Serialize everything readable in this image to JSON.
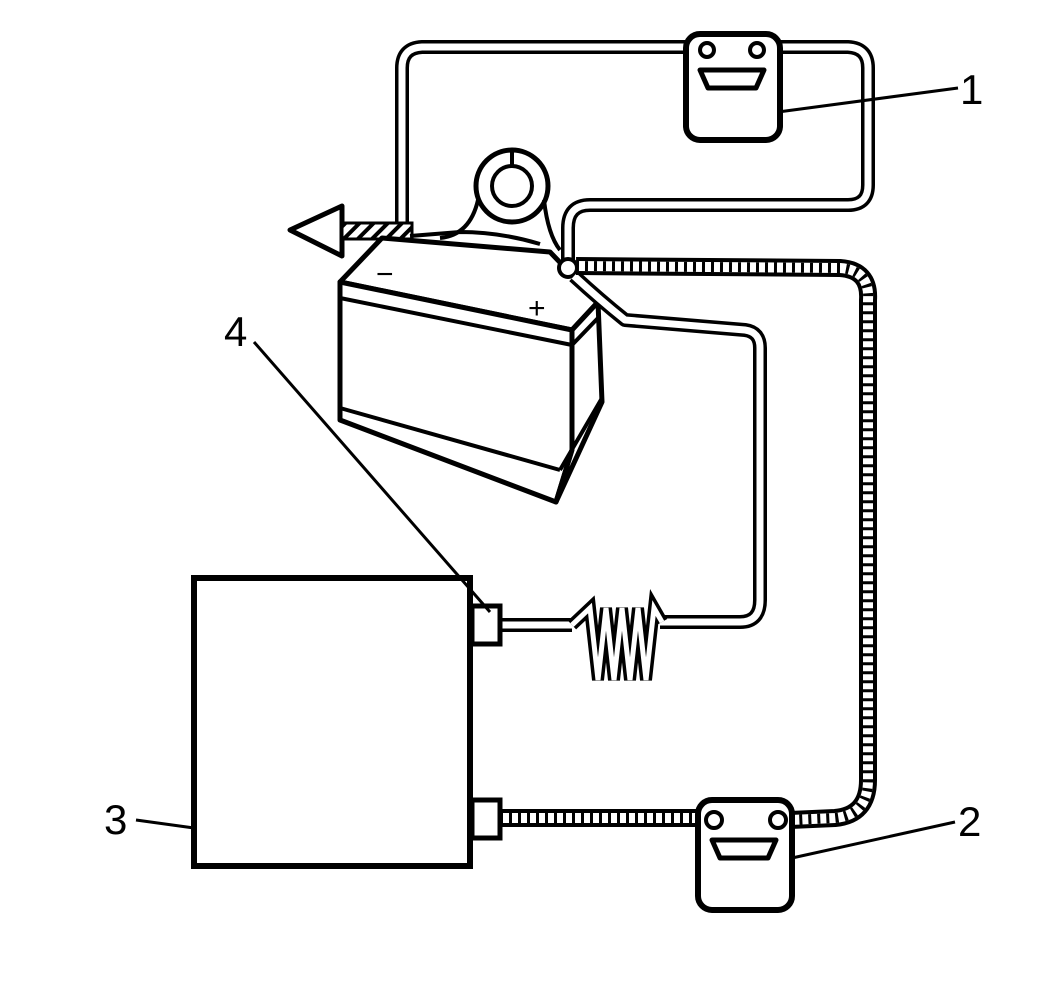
{
  "callouts": [
    {
      "id": "1",
      "label": "1"
    },
    {
      "id": "2",
      "label": "2"
    },
    {
      "id": "3",
      "label": "3"
    },
    {
      "id": "4",
      "label": "4"
    }
  ],
  "battery": {
    "negative_symbol": "−",
    "positive_symbol": "+"
  },
  "colors": {
    "ink": "#000000",
    "paper": "#ffffff"
  }
}
